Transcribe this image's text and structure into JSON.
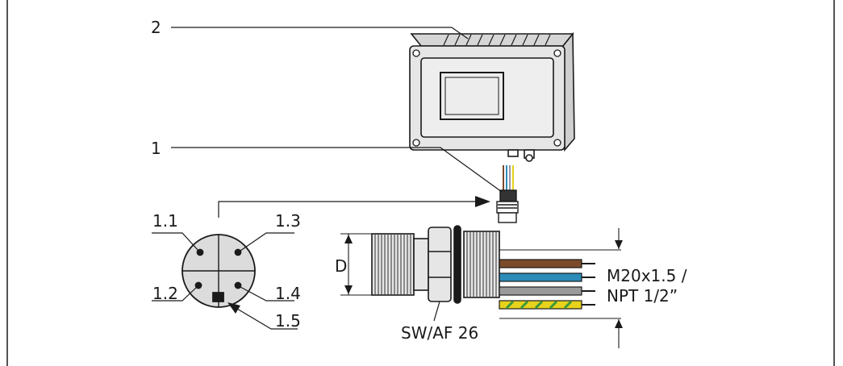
{
  "labels": {
    "housing": "2",
    "connector": "1",
    "pin_1_1": "1.1",
    "pin_1_2": "1.2",
    "pin_1_3": "1.3",
    "pin_1_4": "1.4",
    "pin_1_5": "1.5",
    "diameter": "D",
    "wrench_size": "SW/AF 26",
    "thread_line1": "M20x1.5 /",
    "thread_line2": "NPT 1/2”"
  },
  "colors": {
    "line": "#1a1a1a",
    "housing_fill": "#e6e6e6",
    "wire_brown": "#7b4a2b",
    "wire_blue": "#2c8bb8",
    "wire_grey": "#9a9a9a",
    "wire_yellow": "#e7d21c",
    "wire_green": "#3c9a3c",
    "face_fill": "#dcdcdc"
  }
}
